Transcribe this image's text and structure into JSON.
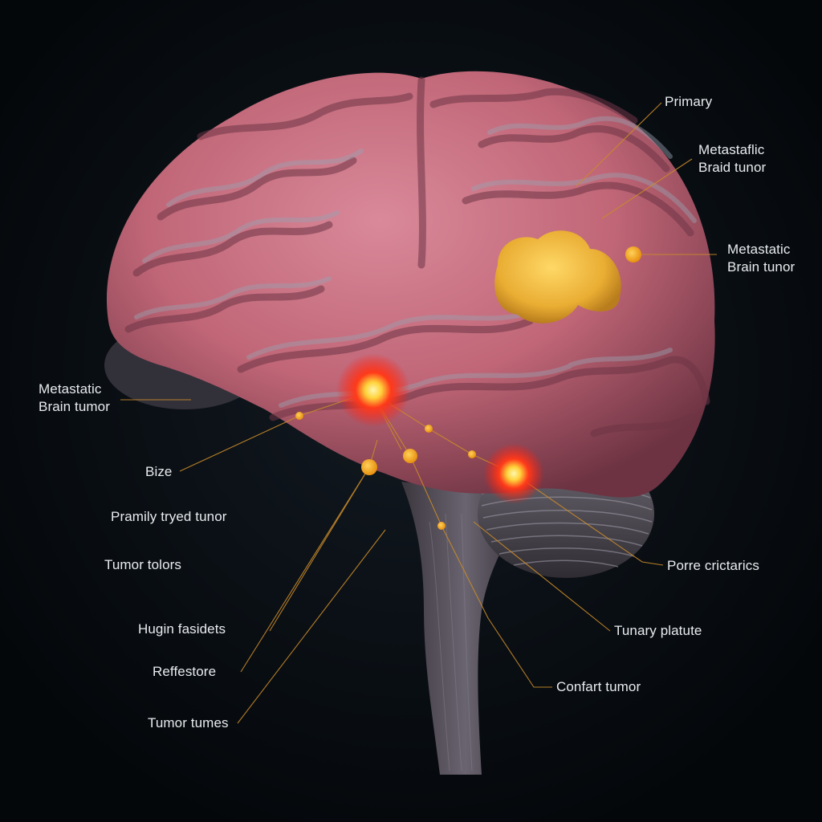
{
  "labels": {
    "primary": "Primary",
    "metastatic_braid": [
      "Metastaflic",
      "Braid tunor"
    ],
    "metastatic_right": [
      "Metastatic",
      "Brain tunor"
    ],
    "metastatic_left": [
      "Metastatic",
      "Brain tumor"
    ],
    "bize": "Bize",
    "pramily": "Pramily tryed tunor",
    "tumor_tolors": "Tumor tolors",
    "hugin": "Hugin fasidets",
    "reffestore": "Reffestore",
    "tumor_tumes": "Tumor tumes",
    "porre": "Porre crictarics",
    "tunary": "Tunary platute",
    "confart": "Confart tumor"
  },
  "colors": {
    "background": "#05080b",
    "brain": "#c96f7f",
    "brain_shadow": "#6f3444",
    "gyri_highlight": "#8f97a6",
    "tumor_yellow": "#f2b83a",
    "hotspot_red": "#ff2a1a",
    "marker_orange": "#f7a51c",
    "leader_line": "#c98a2a",
    "label_text": "#e9ecef"
  }
}
